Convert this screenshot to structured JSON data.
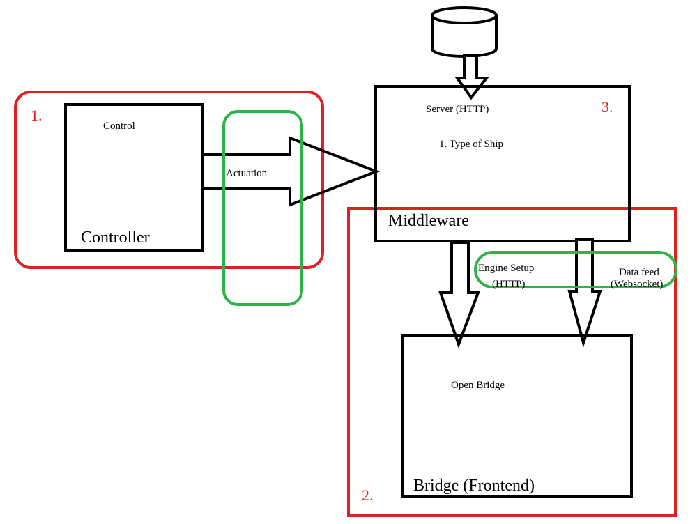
{
  "colors": {
    "outline": "#000000",
    "group_red": "#e02020",
    "highlight_green": "#2eb34a",
    "background": "#ffffff"
  },
  "icons": {
    "database": "database-cylinder-icon"
  },
  "group_numbers": {
    "group1": "1.",
    "group2": "2.",
    "group3": "3."
  },
  "controller_box": {
    "top_label": "Control",
    "title": "Controller"
  },
  "actuation_arrow": {
    "label": "Actuation"
  },
  "middleware_box": {
    "server_label": "Server (HTTP)",
    "item_label": "1. Type of Ship",
    "title": "Middleware"
  },
  "engine_arrow": {
    "label_line1": "Engine Setup",
    "label_line2": "(HTTP)"
  },
  "datafeed_arrow": {
    "label_line1": "Data feed",
    "label_line2": "(Websocket)"
  },
  "bridge_box": {
    "top_label": "Open Bridge",
    "title": "Bridge (Frontend)"
  }
}
